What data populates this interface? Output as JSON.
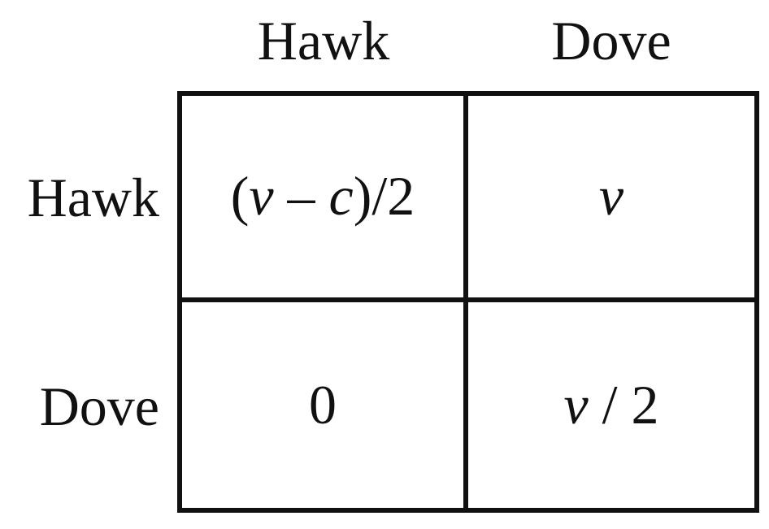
{
  "columns": {
    "hawk": "Hawk",
    "dove": "Dove"
  },
  "rows": {
    "hawk": "Hawk",
    "dove": "Dove"
  },
  "payoffs": {
    "hawk_hawk": "(v – c)/2",
    "hawk_dove": "v",
    "dove_hawk": "0",
    "dove_dove": "v / 2"
  }
}
